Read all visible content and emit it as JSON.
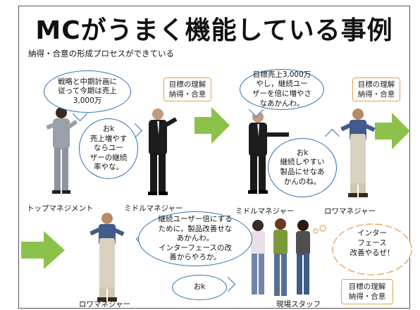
{
  "title": "MCがうまく機能している事例",
  "subtitle": "納得・合意の形成プロセスができている",
  "bubbles": {
    "b1": [
      "戦略と中期計画に",
      "従って今期は売上",
      "3,000万"
    ],
    "b2": [
      "おk",
      "売上増やす",
      "ならユー",
      "ザーの継続",
      "率やな。"
    ],
    "b3": [
      "目標売上3,000万",
      "やし，継続ユー",
      "ザーを倍に増やさ",
      "なあかんわ。"
    ],
    "b4": [
      "おk",
      "継続しやすい",
      "製品にせなあ",
      "かんのね。"
    ],
    "b5": [
      "継続ユーザー倍にする",
      "ために，製品改善せな",
      "あかんわ。",
      "インターフェースの改",
      "善からやろか。"
    ],
    "b6": [
      "おk"
    ],
    "cloud": [
      "インター",
      "フェース",
      "改善やるぜ！"
    ]
  },
  "boxes": {
    "box1": [
      "目標の理解",
      "納得・合意"
    ],
    "box2": [
      "目標の理解",
      "納得・合意"
    ],
    "box3": [
      "目標の理解",
      "納得・合意"
    ]
  },
  "labels": {
    "top_mgmt": "トップマネジメント",
    "middle1": "ミドルマネジャー",
    "middle2": "ミドルマネジャー",
    "lower1": "ロワマネジャー",
    "lower2": "ロワマネジャー",
    "staff": "現場スタッフ"
  },
  "colors": {
    "bubble_border": "#2f6fb5",
    "box_border": "#e8a050",
    "arrow": "#8cc24a"
  }
}
